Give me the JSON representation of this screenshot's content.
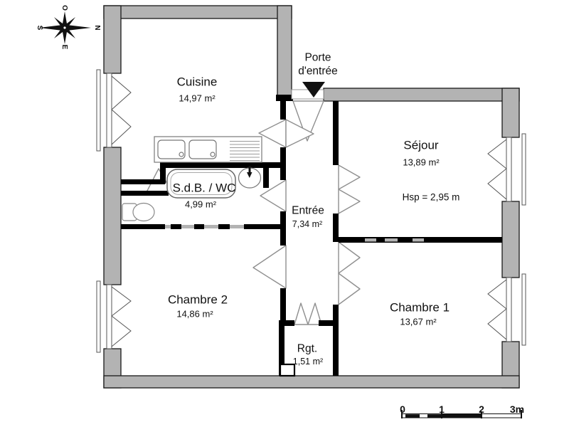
{
  "compass": {
    "top": "O",
    "right": "N",
    "bottom": "E",
    "left": "S"
  },
  "entrance": {
    "line1": "Porte",
    "line2": "d'entrée"
  },
  "rooms": {
    "cuisine": {
      "name": "Cuisine",
      "area": "14,97 m²"
    },
    "sejour": {
      "name": "Séjour",
      "area": "13,89 m²",
      "ceiling_height": "Hsp = 2,95 m"
    },
    "sdb": {
      "name": "S.d.B. / WC",
      "area": "4,99 m²"
    },
    "entree": {
      "name": "Entrée",
      "area": "7,34 m²"
    },
    "chambre2": {
      "name": "Chambre 2",
      "area": "14,86 m²"
    },
    "chambre1": {
      "name": "Chambre 1",
      "area": "13,67 m²"
    },
    "rgt": {
      "name": "Rgt.",
      "area": "1,51 m²"
    }
  },
  "scale_bar": {
    "labels": [
      "0",
      "1",
      "2",
      "3m"
    ]
  },
  "colors": {
    "wall_fill": "#b3b3b3",
    "wall_line": "#000000",
    "interior_wall": "#000000",
    "fixture_line": "#777777",
    "door_line": "#8f8f8f",
    "text": "#111111"
  }
}
